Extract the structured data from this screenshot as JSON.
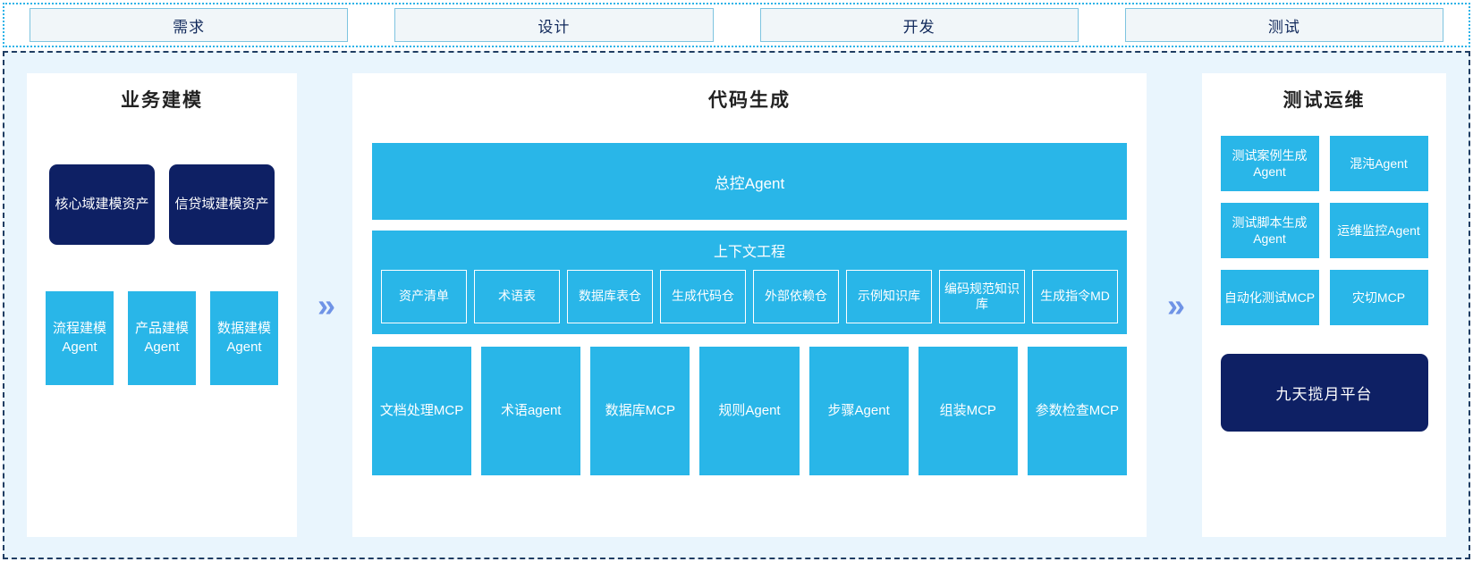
{
  "stages": [
    {
      "label": "需求"
    },
    {
      "label": "设计"
    },
    {
      "label": "开发"
    },
    {
      "label": "测试"
    }
  ],
  "arrows": {
    "glyph": "»"
  },
  "colors": {
    "cyan": "#29b6e8",
    "navy": "#0e2064",
    "panel_bg": "#e9f5fd",
    "arrow": "#6f93e6",
    "stage_border": "#7ec4e0",
    "stage_fill": "#f1f6f9",
    "dashed_border": "#1f3d63",
    "dotted_border": "#2bb3e8"
  },
  "left_panel": {
    "title": "业务建模",
    "assets": [
      {
        "label": "核心域建模资产"
      },
      {
        "label": "信贷域建模资产"
      }
    ],
    "agents": [
      {
        "label": "流程建模Agent"
      },
      {
        "label": "产品建模Agent"
      },
      {
        "label": "数据建模Agent"
      }
    ]
  },
  "center_panel": {
    "title": "代码生成",
    "controller": {
      "label": "总控Agent"
    },
    "context": {
      "title": "上下文工程",
      "items": [
        {
          "label": "资产清单"
        },
        {
          "label": "术语表"
        },
        {
          "label": "数据库表仓"
        },
        {
          "label": "生成代码仓"
        },
        {
          "label": "外部依赖仓"
        },
        {
          "label": "示例知识库"
        },
        {
          "label": "编码规范知识库"
        },
        {
          "label": "生成指令MD"
        }
      ]
    },
    "tools": [
      {
        "label": "文档处理MCP"
      },
      {
        "label": "术语agent"
      },
      {
        "label": "数据库MCP"
      },
      {
        "label": "规则Agent"
      },
      {
        "label": "步骤Agent"
      },
      {
        "label": "组装MCP"
      },
      {
        "label": "参数检查MCP"
      }
    ]
  },
  "right_panel": {
    "title": "测试运维",
    "cards": [
      {
        "label": "测试案例生成Agent"
      },
      {
        "label": "混沌Agent"
      },
      {
        "label": "测试脚本生成Agent"
      },
      {
        "label": "运维监控Agent"
      },
      {
        "label": "自动化测试MCP"
      },
      {
        "label": "灾切MCP"
      }
    ],
    "platform": {
      "label": "九天揽月平台"
    }
  }
}
